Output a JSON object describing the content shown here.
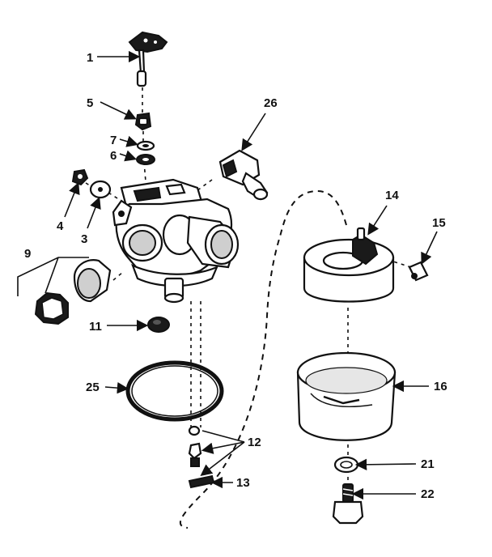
{
  "diagram": {
    "callouts": {
      "c1": "1",
      "c3": "3",
      "c4": "4",
      "c5": "5",
      "c6": "6",
      "c7": "7",
      "c9": "9",
      "c11": "11",
      "c12": "12",
      "c13": "13",
      "c14": "14",
      "c15": "15",
      "c16": "16",
      "c21": "21",
      "c22": "22",
      "c25": "25",
      "c26": "26"
    }
  }
}
